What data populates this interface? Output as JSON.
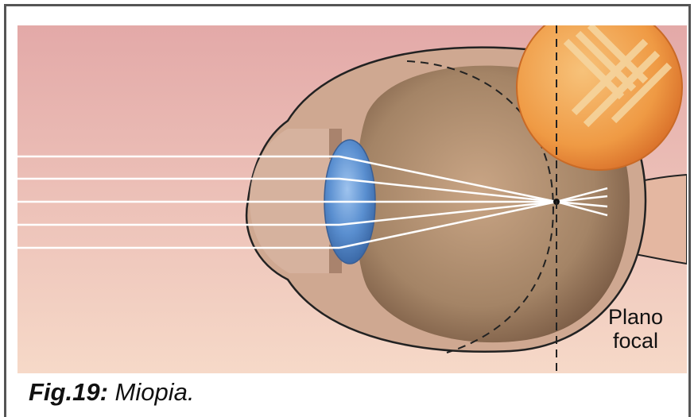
{
  "figure": {
    "focal_label_line1": "Plano",
    "focal_label_line2": "focal",
    "caption_prefix": "Fig.19:",
    "caption_title": "Miopia."
  },
  "colors": {
    "background_top": "#e3a9a8",
    "background_bottom": "#f6d9c8",
    "eye_wall": "#c9a28a",
    "vitreous": "#a48466",
    "lens": "#5a8fd0",
    "lens_magnifier": "#f0a050",
    "light_ray": "#ffffff"
  },
  "icons": [
    "eye-cross-section",
    "crystalline-lens",
    "retina-magnifier"
  ]
}
